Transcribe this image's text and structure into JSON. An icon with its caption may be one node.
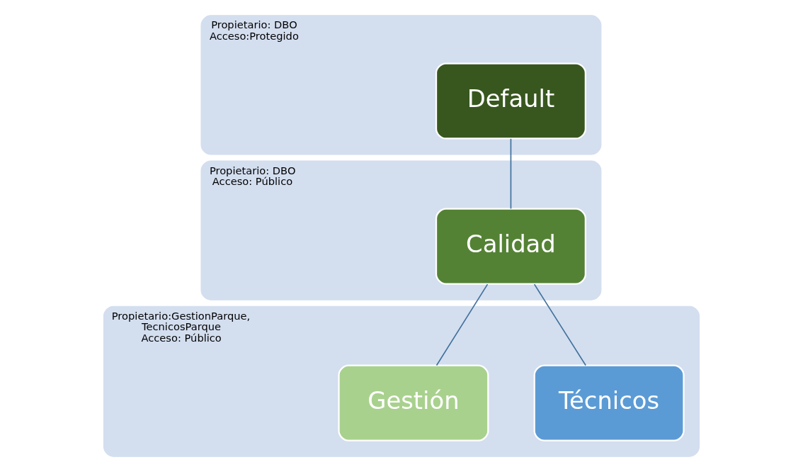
{
  "diagram": {
    "nodes": [
      {
        "text": [
          "Propietario: DBO",
          "Acceso:Protegido"
        ]
      },
      {
        "text": [
          "Default"
        ],
        "in": 0
      },
      {
        "text": [
          "Propietario: DBO",
          "Acceso: Público"
        ]
      },
      {
        "text": [
          "Calidad"
        ],
        "in": 2
      },
      {
        "text": [
          "Propietario:GestionParque, TecnicosParque",
          "Acceso: Público"
        ]
      },
      {
        "text": [
          "Gestión"
        ],
        "in": 4
      },
      {
        "text": [
          "Técnicos"
        ],
        "in": 4
      }
    ],
    "edges": [
      {
        "from": 1,
        "to": 3,
        "arrow": "none"
      },
      {
        "from": 3,
        "to": 5,
        "arrow": "none"
      },
      {
        "from": 3,
        "to": 6,
        "arrow": "none"
      }
    ]
  }
}
